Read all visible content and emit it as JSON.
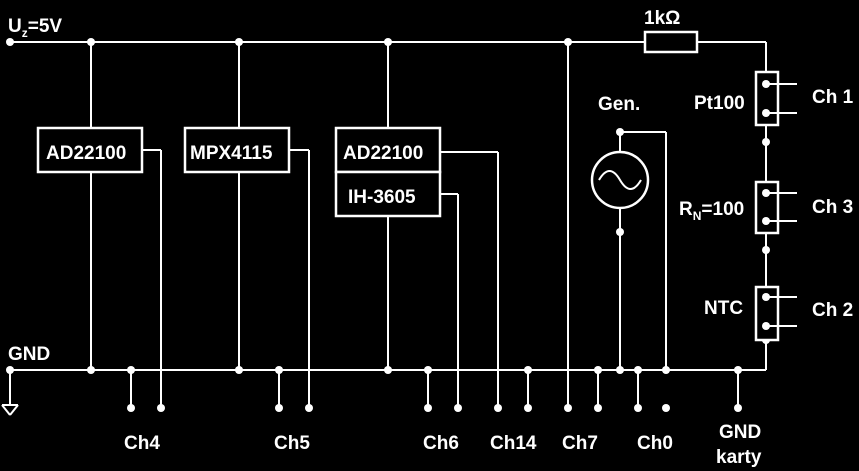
{
  "supply": {
    "label_main": "U",
    "label_sub": "z",
    "label_rest": "=5V"
  },
  "ground_label": "GND",
  "resistor_label": "1kΩ",
  "generator_label": "Gen.",
  "modules": {
    "ad22100_a": "AD22100",
    "mpx4115": "MPX4115",
    "ad22100_b": "AD22100",
    "ih3605": "IH-3605"
  },
  "sensors": {
    "pt100": "Pt100",
    "rn_main": "R",
    "rn_sub": "N",
    "rn_rest": "=100",
    "ntc": "NTC"
  },
  "right_channels": {
    "pt100": "Ch 1",
    "rn": "Ch 3",
    "ntc": "Ch 2"
  },
  "bottom_channels": {
    "ch4": "Ch4",
    "ch5": "Ch5",
    "ch6": "Ch6",
    "ch14": "Ch14",
    "ch7": "Ch7",
    "ch0": "Ch0",
    "gnd_karty_1": "GND",
    "gnd_karty_2": "karty"
  }
}
